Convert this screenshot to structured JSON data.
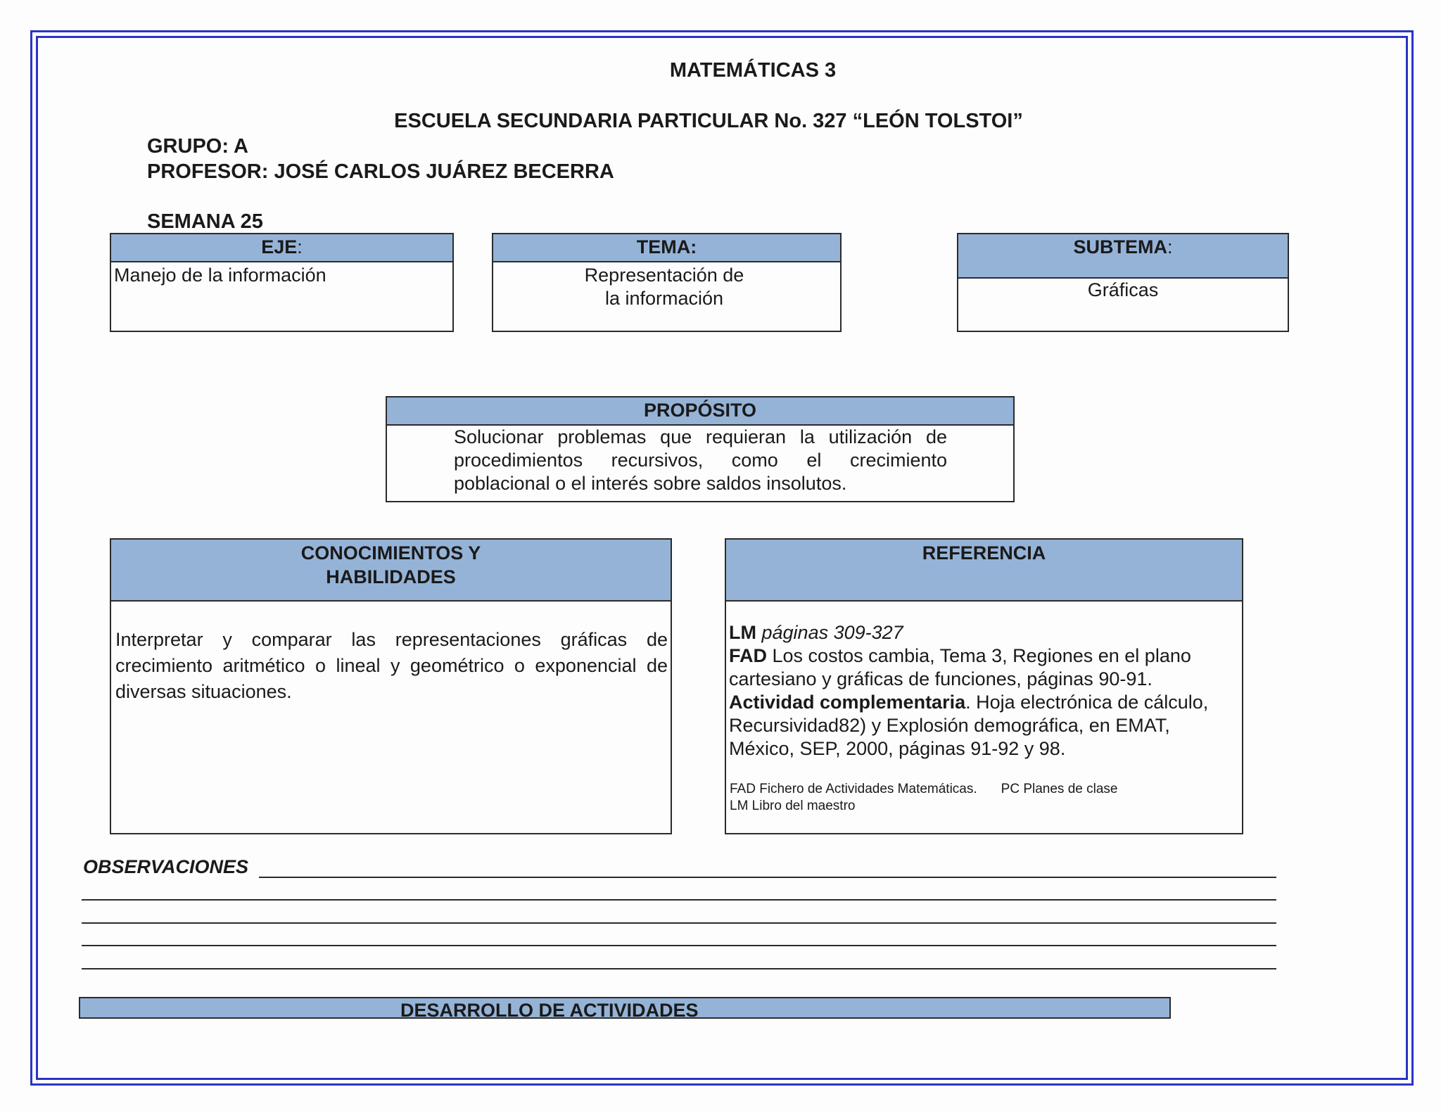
{
  "header": {
    "subject": "MATEMÁTICAS 3",
    "school": "ESCUELA SECUNDARIA PARTICULAR No. 327 “LEÓN TOLSTOI”",
    "group": "GRUPO: A",
    "teacher": "PROFESOR: JOSÉ CARLOS JUÁREZ BECERRA",
    "week": "SEMANA 25"
  },
  "eje": {
    "label": "EJE",
    "colon": ":",
    "value": "Manejo de la información"
  },
  "tema": {
    "label": "TEMA:",
    "value": "Representación de la información"
  },
  "subtema": {
    "label": "SUBTEMA",
    "colon": ":",
    "value": "Gráficas"
  },
  "proposito": {
    "label": "PROPÓSITO",
    "value": "Solucionar problemas que requieran la utilización de procedimientos recursivos, como el crecimiento poblacional o el interés sobre saldos insolutos."
  },
  "conocimientos": {
    "label_line1": "CONOCIMIENTOS Y",
    "label_line2": "HABILIDADES",
    "value": "Interpretar y comparar las representaciones gráficas de crecimiento aritmético o lineal y geométrico o exponencial de diversas situaciones."
  },
  "referencia": {
    "label": "REFERENCIA",
    "lm_abbr": "LM",
    "lm_text": "páginas 309-327",
    "fad_abbr": "FAD",
    "fad_text": "Los costos cambia, Tema 3, Regiones en el plano cartesiano y gráficas de funciones, páginas 90-91.",
    "act_label": "Actividad complementaria",
    "act_text": ". Hoja electrónica de cálculo, Recursividad82) y Explosión demográfica, en EMAT, México, SEP, 2000, páginas 91-92 y 98.",
    "legend_fad": "FAD Fichero de Actividades Matemáticas.",
    "legend_pc": "PC Planes de clase",
    "legend_lm": "LM Libro del maestro"
  },
  "observaciones": {
    "label": "OBSERVACIONES"
  },
  "desarrollo": {
    "label": "DESARROLLO DE ACTIVIDADES"
  },
  "colors": {
    "frame": "#2a35c4",
    "header_fill": "#95b3d7"
  }
}
